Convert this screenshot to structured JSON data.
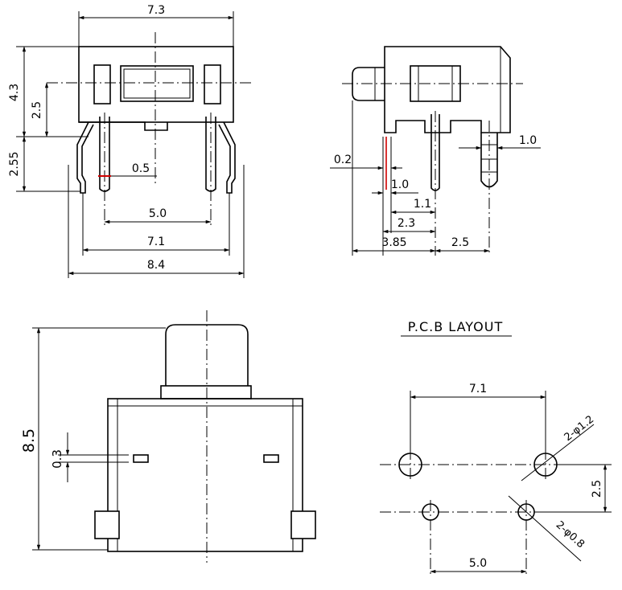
{
  "front_view": {
    "dim_width_top": "7.3",
    "dim_height_overall": "4.3",
    "dim_height_body": "2.5",
    "dim_lead_height": "2.55",
    "dim_lead_width": "0.5",
    "dim_pin_spacing": "5.0",
    "dim_pin_span": "7.1",
    "dim_overall_width": "8.4"
  },
  "side_view": {
    "dim_lead_thickness": "1.0",
    "dim_gap": "0.2",
    "dim_a": "1.0",
    "dim_b": "1.1",
    "dim_c": "2.3",
    "dim_d": "3.85",
    "dim_e": "2.5"
  },
  "top_view": {
    "dim_total_height": "8.5",
    "dim_small": "0.3"
  },
  "pcb_layout": {
    "title": "P.C.B LAYOUT",
    "dim_large_pitch": "7.1",
    "dim_large_hole": "2-φ1.2",
    "dim_row_offset": "2.5",
    "dim_small_hole": "2-φ0.8",
    "dim_small_pitch": "5.0"
  },
  "colors": {
    "line": "#000000",
    "marker": "#d00000"
  }
}
